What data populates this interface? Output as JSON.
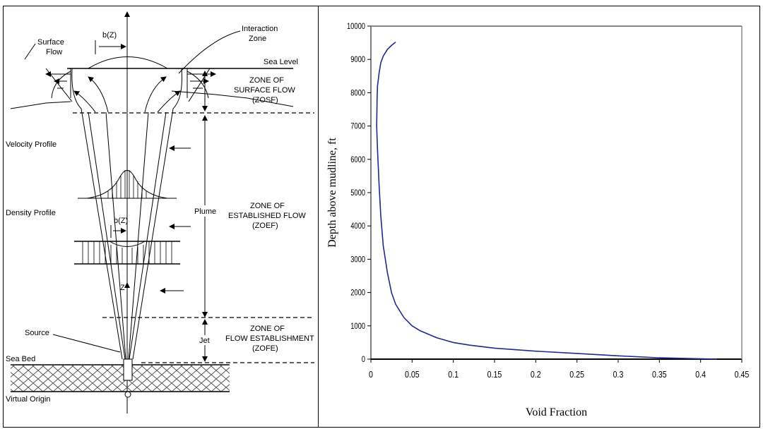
{
  "diagram": {
    "labels": {
      "surface_flow_line1": "Surface",
      "surface_flow_line2": "Flow",
      "bz_top": "b(Z)",
      "interaction_line1": "Interaction",
      "interaction_line2": "Zone",
      "sea_level": "Sea Level",
      "zosf_line1": "ZONE OF",
      "zosf_line2": "SURFACE FLOW",
      "zosf_line3": "(ZOSF)",
      "velocity_profile": "Velocity Profile",
      "density_profile": "Density Profile",
      "bz_mid": "b(Z)",
      "plume": "Plume",
      "zoef_line1": "ZONE OF",
      "zoef_line2": "ESTABLISHED FLOW",
      "zoef_line3": "(ZOEF)",
      "z_axis": "Z",
      "source": "Source",
      "jet": "Jet",
      "zofe_line1": "ZONE OF",
      "zofe_line2": "FLOW ESTABLISHMENT",
      "zofe_line3": "(ZOFE)",
      "sea_bed": "Sea Bed",
      "virtual_origin": "Virtual Origin"
    }
  },
  "chart_data": {
    "type": "line",
    "xlabel": "Void Fraction",
    "ylabel": "Depth above mudline, ft",
    "xlim": [
      0,
      0.45
    ],
    "ylim": [
      0,
      10000
    ],
    "x_ticks": [
      "0",
      "0.05",
      "0.1",
      "0.15",
      "0.2",
      "0.25",
      "0.3",
      "0.35",
      "0.4",
      "0.45"
    ],
    "y_ticks": [
      "0",
      "1000",
      "2000",
      "3000",
      "4000",
      "5000",
      "6000",
      "7000",
      "8000",
      "9000",
      "10000"
    ],
    "grid": false,
    "series": [
      {
        "color": "#1f2a8c",
        "x": [
          0.42,
          0.35,
          0.3,
          0.25,
          0.2,
          0.15,
          0.12,
          0.1,
          0.08,
          0.06,
          0.05,
          0.04,
          0.03,
          0.025,
          0.02,
          0.015,
          0.012,
          0.01,
          0.008,
          0.007,
          0.0075,
          0.008,
          0.01,
          0.012,
          0.015,
          0.02,
          0.025,
          0.03
        ],
        "y": [
          0,
          40,
          100,
          170,
          240,
          330,
          420,
          500,
          640,
          850,
          1000,
          1250,
          1650,
          2000,
          2600,
          3400,
          4300,
          5200,
          6300,
          7000,
          7800,
          8200,
          8600,
          8900,
          9100,
          9300,
          9420,
          9520
        ]
      }
    ]
  }
}
